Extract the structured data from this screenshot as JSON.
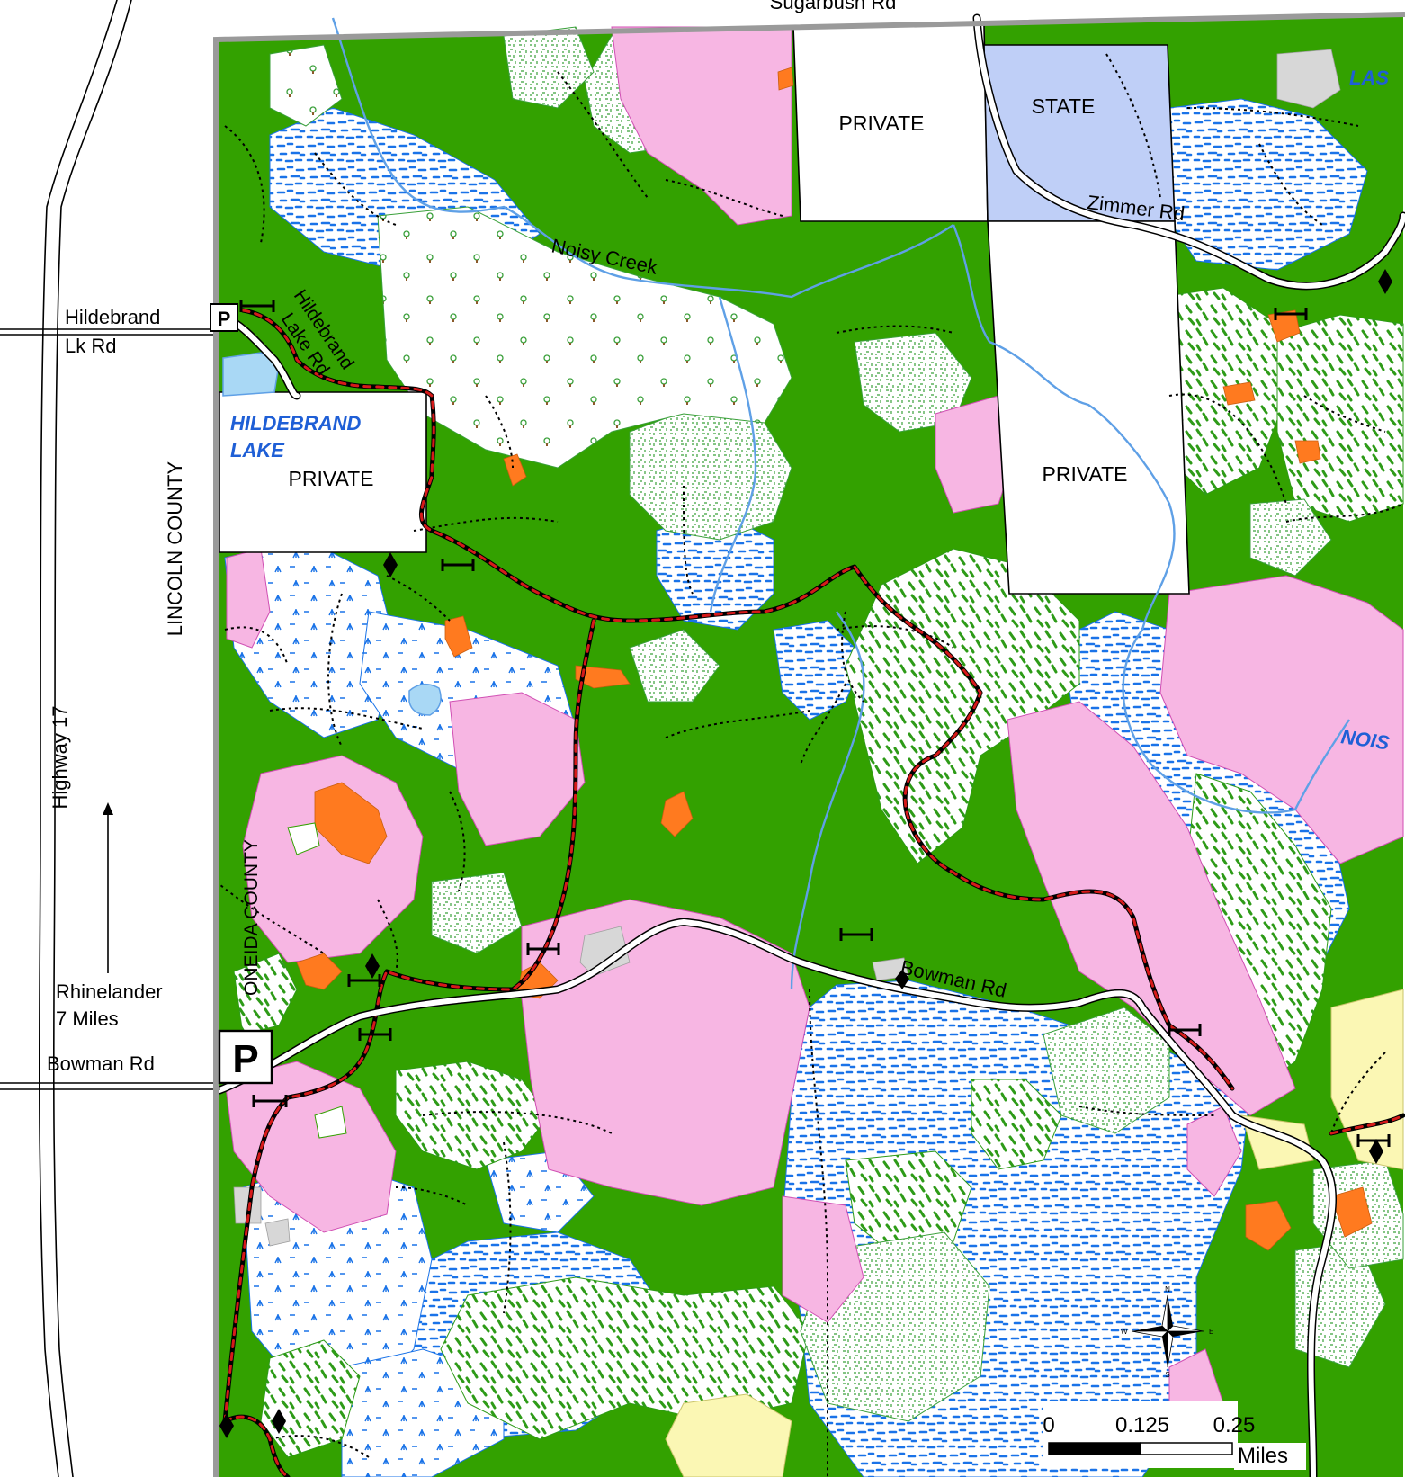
{
  "roads": {
    "sugarbush": "Sugarbush Rd",
    "zimmer": "Zimmer Rd",
    "hildebrand_lk_rd_line1": "Hildebrand",
    "hildebrand_lk_rd_line2": "Lk Rd",
    "hildebrand_lake_rd_line1": "Hildebrand",
    "hildebrand_lake_rd_line2": "Lake Rd",
    "bowman_main": "Bowman Rd",
    "bowman_left": "Bowman Rd",
    "highway": "Highway 17"
  },
  "water": {
    "noisy_creek": "Noisy Creek",
    "hildebrand_lake_line1": "HILDEBRAND",
    "hildebrand_lake_line2": "LAKE",
    "las_partial": "LAS",
    "noisy_partial": "NOIS"
  },
  "ownership": {
    "private_1": "PRIVATE",
    "state": "STATE",
    "private_2": "PRIVATE",
    "private_3": "PRIVATE"
  },
  "counties": {
    "lincoln": "LINCOLN COUNTY",
    "oneida": "ONEIDA COUNTY"
  },
  "direction": {
    "line1": "Rhinelander",
    "line2": "7 Miles"
  },
  "parking": {
    "small_label": "P",
    "large_label": "P"
  },
  "scale_bar": {
    "ticks": [
      "0",
      "0.125",
      "0.25"
    ],
    "unit": "Miles"
  },
  "compass": {
    "n": "N",
    "s": "S",
    "e": "E",
    "w": "W"
  },
  "colors": {
    "forest": "#33a100",
    "pink": "#f7b6e3",
    "state_blue": "#bfcff7",
    "orange": "#ff7a1f",
    "yellow": "#fbf7b4",
    "water": "#a9d8f5",
    "stream": "#5fa0e6",
    "grey": "#d7d7d7",
    "trail": "#d61a1a"
  }
}
